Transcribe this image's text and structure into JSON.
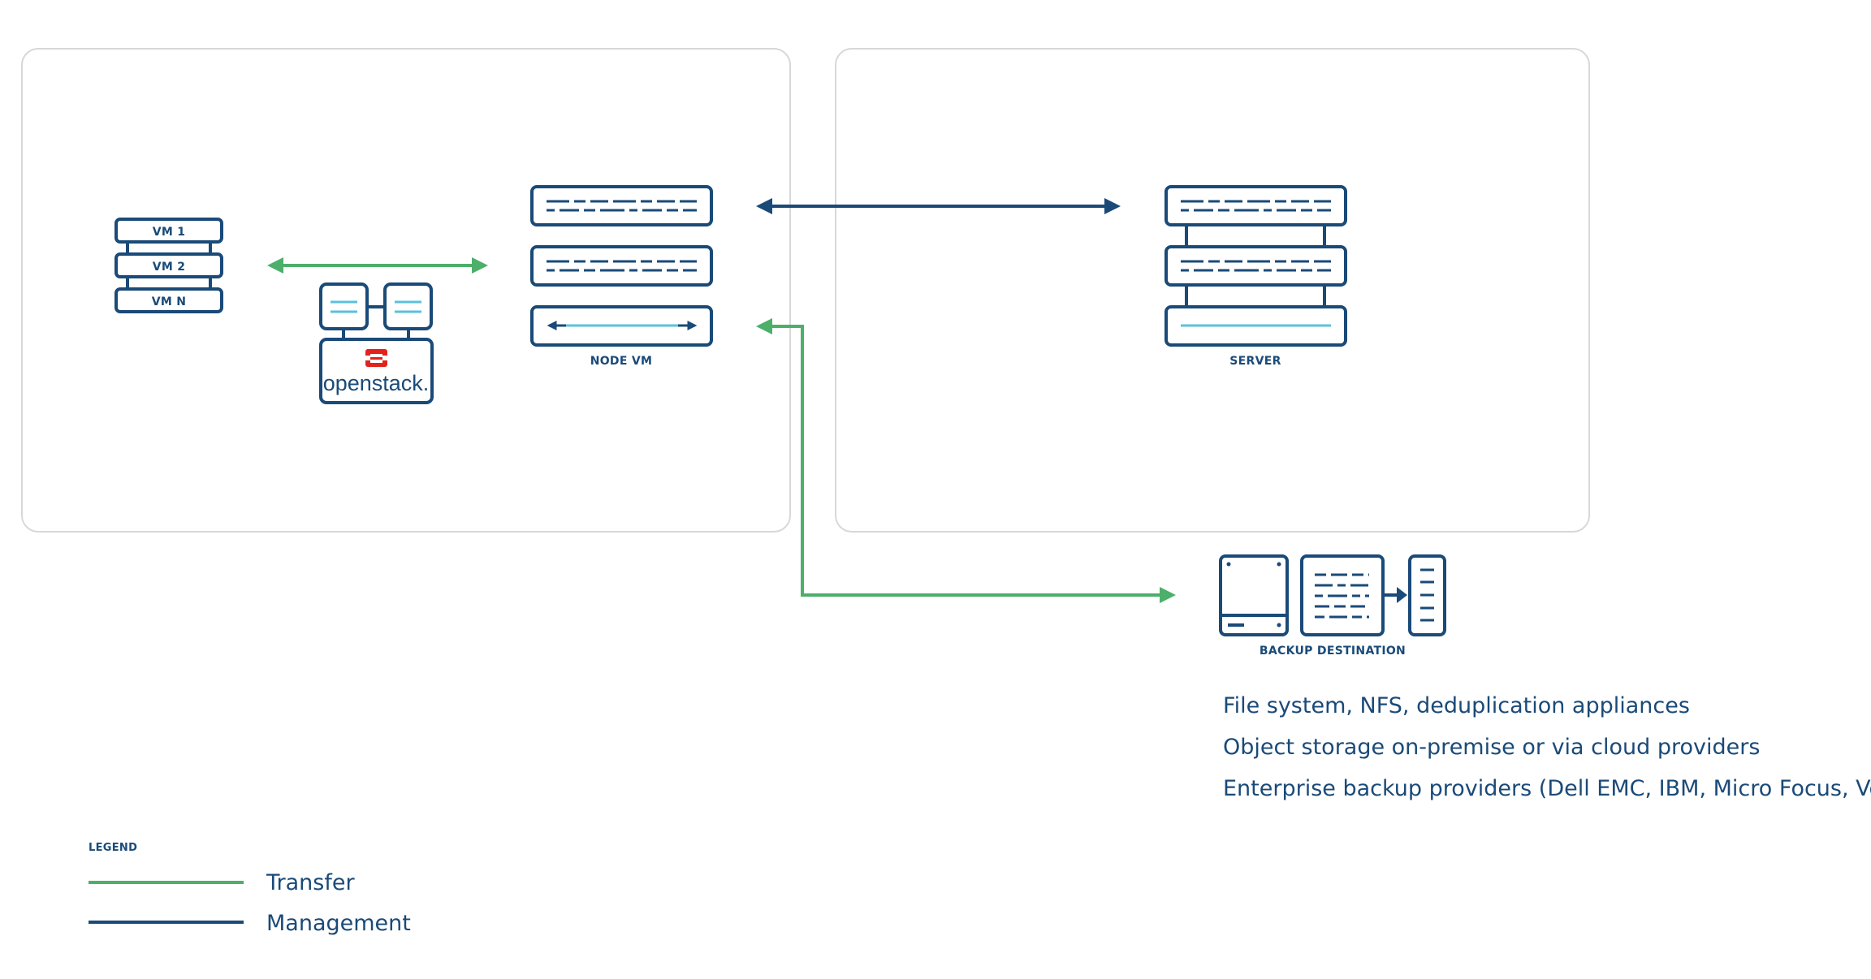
{
  "colors": {
    "navy": "#1a4a78",
    "green": "#4caf6a",
    "light_blue": "#5bc0de",
    "panel_border": "#d8d8d8",
    "openstack_red": "#e2231a",
    "text": "#1a4a78"
  },
  "vm_stack": {
    "items": [
      "VM 1",
      "VM 2",
      "VM N"
    ]
  },
  "openstack": {
    "logo_text": "openstack."
  },
  "node_vm": {
    "label": "NODE VM"
  },
  "server": {
    "label": "SERVER"
  },
  "backup_destination": {
    "label": "BACKUP DESTINATION",
    "descriptions": [
      "File system, NFS, deduplication appliances",
      "Object storage on-premise or via cloud providers",
      "Enterprise backup providers (Dell EMC, IBM, Micro Focus, Veritas)"
    ]
  },
  "legend": {
    "title": "LEGEND",
    "items": [
      {
        "label": "Transfer",
        "color": "#4caf6a"
      },
      {
        "label": "Management",
        "color": "#1a4a78"
      }
    ]
  },
  "icons": [
    "vm-stack-icon",
    "openstack-icon",
    "node-vm-icon",
    "server-icon",
    "disk-drive-icon",
    "document-icon",
    "tape-rack-icon"
  ]
}
